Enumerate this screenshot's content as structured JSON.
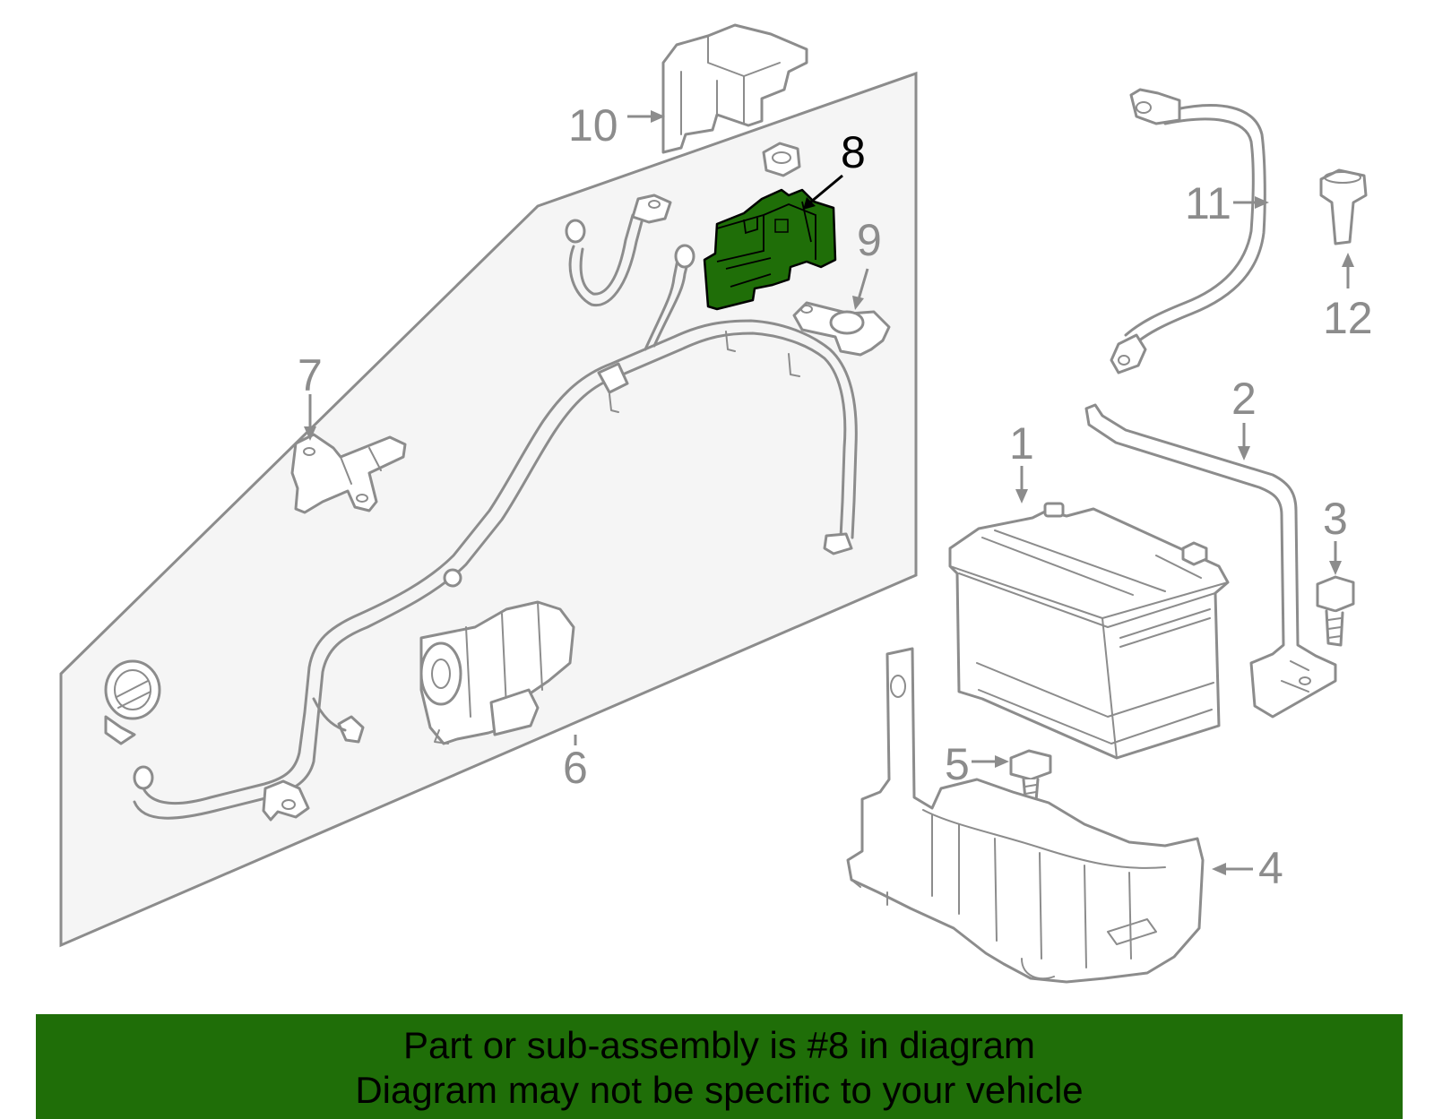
{
  "callouts": {
    "c1": "1",
    "c2": "2",
    "c3": "3",
    "c4": "4",
    "c5": "5",
    "c6": "6",
    "c7": "7",
    "c8": "8",
    "c9": "9",
    "c10": "10",
    "c11": "11",
    "c12": "12"
  },
  "highlight_part": "8",
  "colors": {
    "highlight_fill": "#1f6e08",
    "banner_bg": "#1f6e08",
    "line_gray": "#8c8c8c",
    "panel_fill": "#f5f5f5"
  },
  "banner": {
    "line1": "Part or sub-assembly is #8 in diagram",
    "line2": "Diagram may not be specific to your vehicle"
  }
}
